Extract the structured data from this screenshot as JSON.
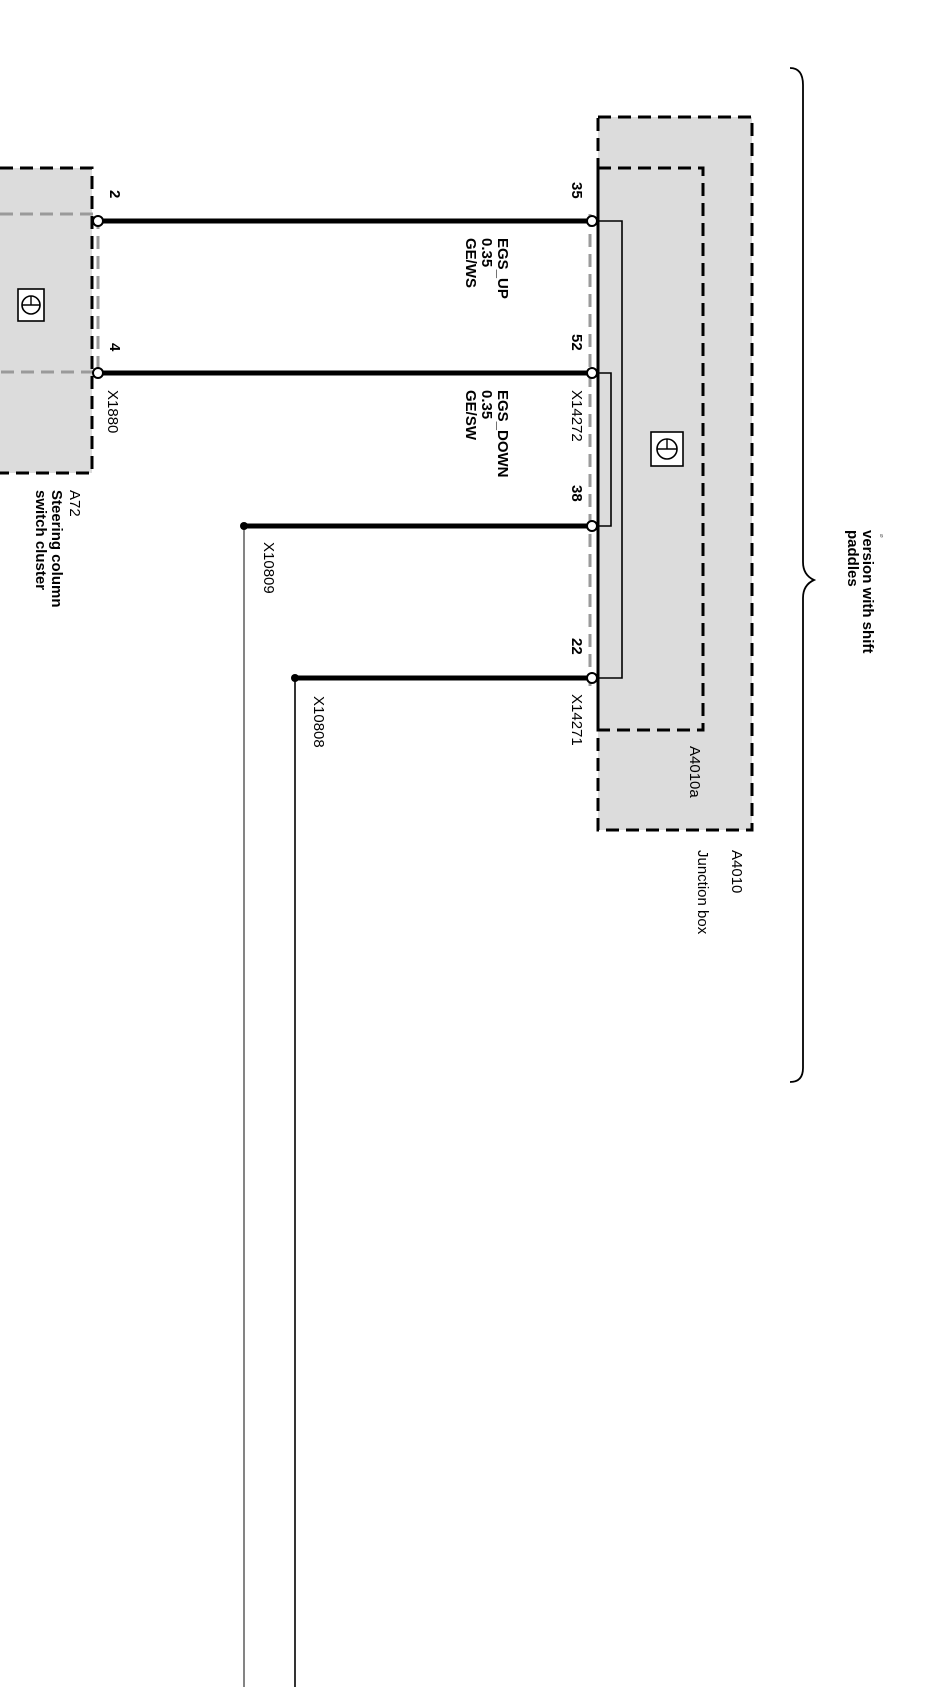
{
  "variant_note": {
    "marker": "⌀",
    "label_line1": "version with shift",
    "label_line2": "paddles"
  },
  "steering_column": {
    "id": "A72",
    "name_line1": "Steering column",
    "name_line2": "switch cluster",
    "connector": "X1880",
    "pins": [
      "2",
      "4"
    ]
  },
  "junction_box": {
    "id": "A4010",
    "name": "Junction box",
    "submodule": "A4010a",
    "connector_a": "X14272",
    "connector_b": "X14271",
    "pins": [
      "35",
      "52",
      "38",
      "22"
    ]
  },
  "wires": [
    {
      "signal": "EGS_UP",
      "cross_section": "0.35",
      "color": "GE/WS"
    },
    {
      "signal": "EGS_DOWN",
      "cross_section": "0.35",
      "color": "GE/SW"
    }
  ],
  "connectors": {
    "splice_1": "X10809",
    "splice_2": "X10808"
  },
  "icons": {
    "module_symbol": "control-unit-icon"
  }
}
